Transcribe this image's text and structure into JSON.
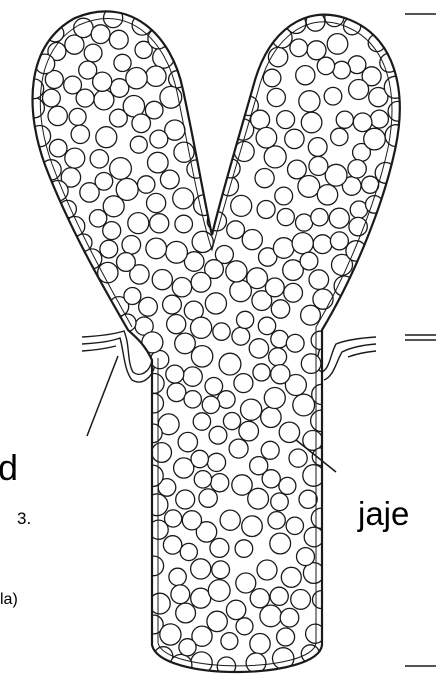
{
  "labels": {
    "left_big": "d",
    "left_small": "3.",
    "right_label": "jaje",
    "left_bottom": "la)"
  },
  "colors": {
    "stroke": "#1a1a1a",
    "egg_fill": "#ffffff",
    "background": "#ffffff"
  }
}
